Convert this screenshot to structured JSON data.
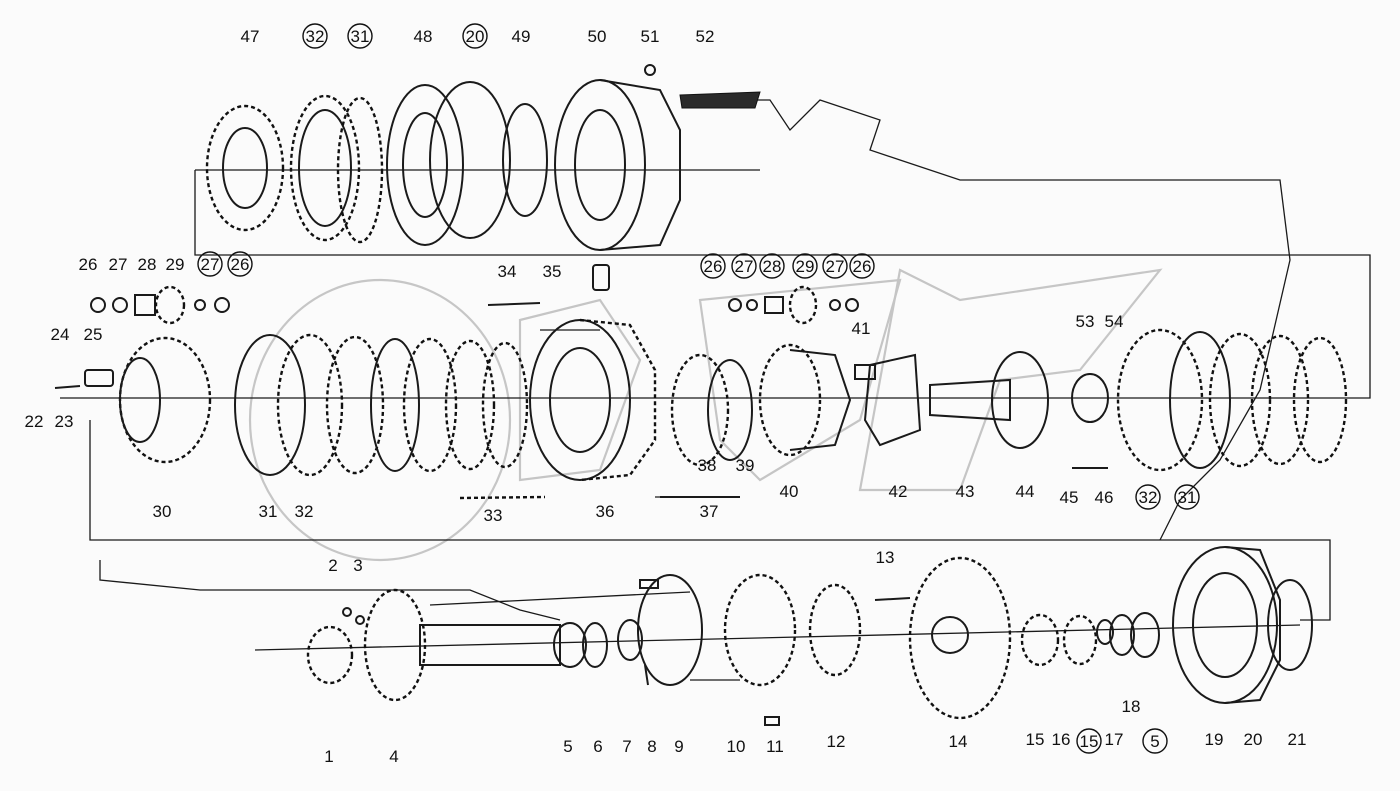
{
  "diagram": {
    "callouts": [
      {
        "id": "c47",
        "text": "47",
        "circled": false
      },
      {
        "id": "c32a",
        "text": "32",
        "circled": true
      },
      {
        "id": "c31a",
        "text": "31",
        "circled": true
      },
      {
        "id": "c48",
        "text": "48",
        "circled": false
      },
      {
        "id": "c20a",
        "text": "20",
        "circled": true
      },
      {
        "id": "c49",
        "text": "49",
        "circled": false
      },
      {
        "id": "c50",
        "text": "50",
        "circled": false
      },
      {
        "id": "c51",
        "text": "51",
        "circled": false
      },
      {
        "id": "c52",
        "text": "52",
        "circled": false
      },
      {
        "id": "c26a",
        "text": "26",
        "circled": false
      },
      {
        "id": "c27a",
        "text": "27",
        "circled": false
      },
      {
        "id": "c28a",
        "text": "28",
        "circled": false
      },
      {
        "id": "c29a",
        "text": "29",
        "circled": false
      },
      {
        "id": "c27b",
        "text": "27",
        "circled": true
      },
      {
        "id": "c26b",
        "text": "26",
        "circled": true
      },
      {
        "id": "c34",
        "text": "34",
        "circled": false
      },
      {
        "id": "c35",
        "text": "35",
        "circled": false
      },
      {
        "id": "c26c",
        "text": "26",
        "circled": true
      },
      {
        "id": "c27c",
        "text": "27",
        "circled": true
      },
      {
        "id": "c28b",
        "text": "28",
        "circled": true
      },
      {
        "id": "c29b",
        "text": "29",
        "circled": true
      },
      {
        "id": "c27d",
        "text": "27",
        "circled": true
      },
      {
        "id": "c26d",
        "text": "26",
        "circled": true
      },
      {
        "id": "c41",
        "text": "41",
        "circled": false
      },
      {
        "id": "c53",
        "text": "53",
        "circled": false
      },
      {
        "id": "c54",
        "text": "54",
        "circled": false
      },
      {
        "id": "c24",
        "text": "24",
        "circled": false
      },
      {
        "id": "c25",
        "text": "25",
        "circled": false
      },
      {
        "id": "c22",
        "text": "22",
        "circled": false
      },
      {
        "id": "c23",
        "text": "23",
        "circled": false
      },
      {
        "id": "c30",
        "text": "30",
        "circled": false
      },
      {
        "id": "c31b",
        "text": "31",
        "circled": false
      },
      {
        "id": "c32b",
        "text": "32",
        "circled": false
      },
      {
        "id": "c33",
        "text": "33",
        "circled": false
      },
      {
        "id": "c36",
        "text": "36",
        "circled": false
      },
      {
        "id": "c37",
        "text": "37",
        "circled": false
      },
      {
        "id": "c38",
        "text": "38",
        "circled": false
      },
      {
        "id": "c39",
        "text": "39",
        "circled": false
      },
      {
        "id": "c40",
        "text": "40",
        "circled": false
      },
      {
        "id": "c42",
        "text": "42",
        "circled": false
      },
      {
        "id": "c43",
        "text": "43",
        "circled": false
      },
      {
        "id": "c44",
        "text": "44",
        "circled": false
      },
      {
        "id": "c45",
        "text": "45",
        "circled": false
      },
      {
        "id": "c46",
        "text": "46",
        "circled": false
      },
      {
        "id": "c32c",
        "text": "32",
        "circled": true
      },
      {
        "id": "c31c",
        "text": "31",
        "circled": true
      },
      {
        "id": "c2",
        "text": "2",
        "circled": false
      },
      {
        "id": "c3",
        "text": "3",
        "circled": false
      },
      {
        "id": "c13",
        "text": "13",
        "circled": false
      },
      {
        "id": "c1",
        "text": "1",
        "circled": false
      },
      {
        "id": "c4",
        "text": "4",
        "circled": false
      },
      {
        "id": "c5a",
        "text": "5",
        "circled": false
      },
      {
        "id": "c6",
        "text": "6",
        "circled": false
      },
      {
        "id": "c7",
        "text": "7",
        "circled": false
      },
      {
        "id": "c8",
        "text": "8",
        "circled": false
      },
      {
        "id": "c9",
        "text": "9",
        "circled": false
      },
      {
        "id": "c10",
        "text": "10",
        "circled": false
      },
      {
        "id": "c11",
        "text": "11",
        "circled": false
      },
      {
        "id": "c12",
        "text": "12",
        "circled": false
      },
      {
        "id": "c14",
        "text": "14",
        "circled": false
      },
      {
        "id": "c15a",
        "text": "15",
        "circled": false
      },
      {
        "id": "c16",
        "text": "16",
        "circled": false
      },
      {
        "id": "c15b",
        "text": "15",
        "circled": true
      },
      {
        "id": "c17",
        "text": "17",
        "circled": false
      },
      {
        "id": "c18",
        "text": "18",
        "circled": false
      },
      {
        "id": "c5b",
        "text": "5",
        "circled": true
      },
      {
        "id": "c19",
        "text": "19",
        "circled": false
      },
      {
        "id": "c20b",
        "text": "20",
        "circled": false
      },
      {
        "id": "c21",
        "text": "21",
        "circled": false
      }
    ]
  }
}
